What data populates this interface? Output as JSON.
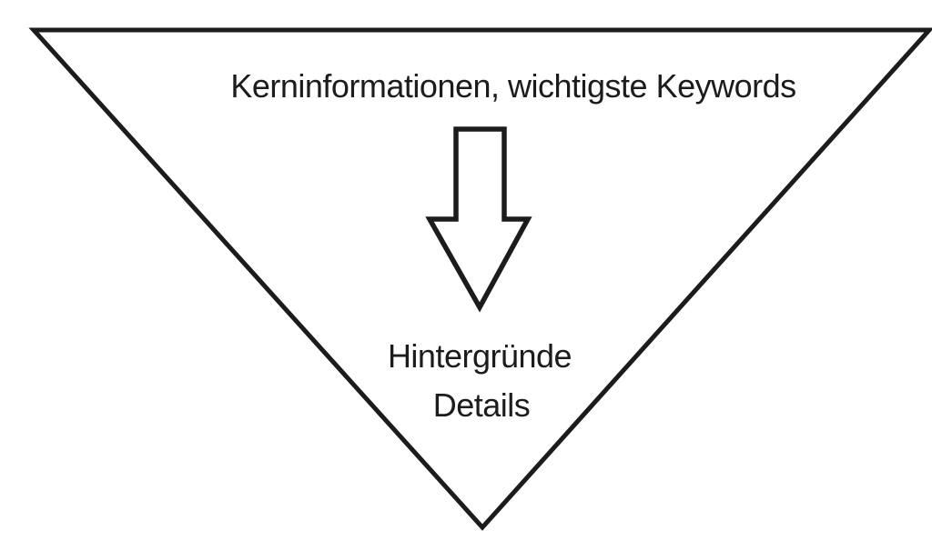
{
  "diagram": {
    "type": "inverted-pyramid",
    "top_label": "Kerninformationen, wichtigste Keywords",
    "bottom_labels": {
      "line1": "Hintergründe",
      "line2": "Details"
    },
    "arrow_icon": "down-arrow",
    "colors": {
      "stroke": "#1c1c1c",
      "text": "#1c1c1c",
      "background": "#ffffff"
    }
  }
}
